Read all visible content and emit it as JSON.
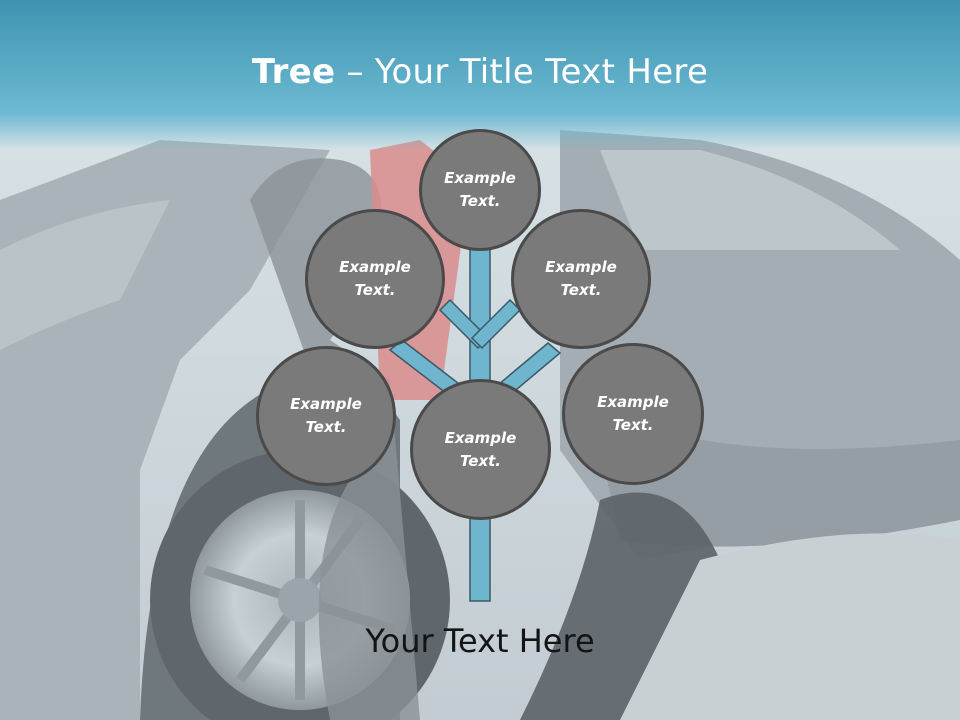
{
  "slide": {
    "title_bold": "Tree",
    "title_dash": " – ",
    "title_rest": "Your Title Text Here",
    "footer": "Your Text Here"
  },
  "diagram": {
    "nodes": [
      {
        "id": "top",
        "line1": "Example",
        "line2": "Text."
      },
      {
        "id": "upper-left",
        "line1": "Example",
        "line2": "Text."
      },
      {
        "id": "upper-right",
        "line1": "Example",
        "line2": "Text."
      },
      {
        "id": "lower-left",
        "line1": "Example",
        "line2": "Text."
      },
      {
        "id": "center",
        "line1": "Example",
        "line2": "Text."
      },
      {
        "id": "lower-right",
        "line1": "Example",
        "line2": "Text."
      }
    ]
  },
  "colors": {
    "title_bar_top": "#3f93b0",
    "title_bar_bottom": "#6cb9d2",
    "branch_fill": "#6fb5cd",
    "branch_stroke": "#3c5866",
    "node_fill": "#7a7a7a",
    "node_border": "#4a4a4a"
  }
}
